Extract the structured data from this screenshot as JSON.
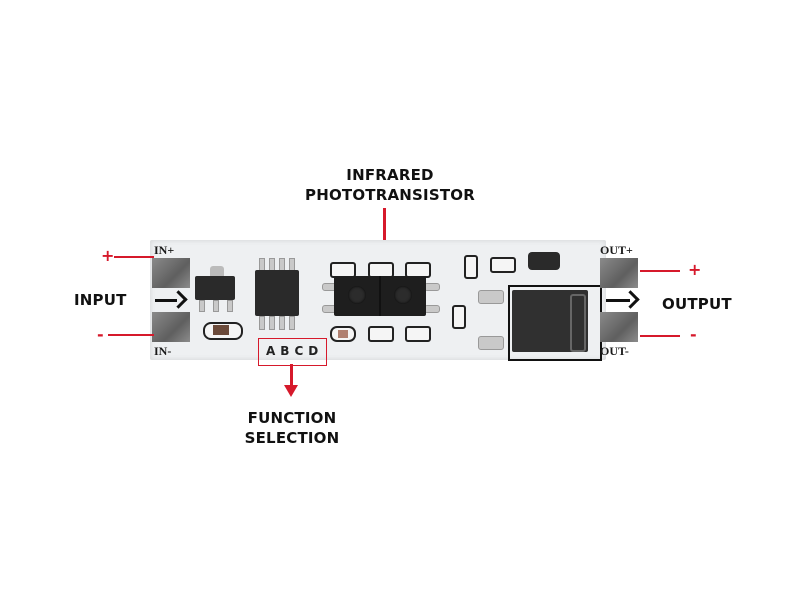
{
  "labels": {
    "infrared": "INFRARED",
    "phototransistor": "PHOTOTRANSISTOR",
    "input": "INPUT",
    "output": "OUTPUT",
    "function": "FUNCTION",
    "selection": "SELECTION"
  },
  "pins": {
    "in_plus": "IN+",
    "in_minus": "IN-",
    "out_plus": "OUT+",
    "out_minus": "OUT-"
  },
  "polarity": {
    "plus": "+",
    "minus": "-"
  },
  "function_jumpers": [
    "A",
    "B",
    "C",
    "D"
  ],
  "colors": {
    "annotation_red": "#d6192b",
    "board": "#eef0f2",
    "text": "#111111"
  }
}
